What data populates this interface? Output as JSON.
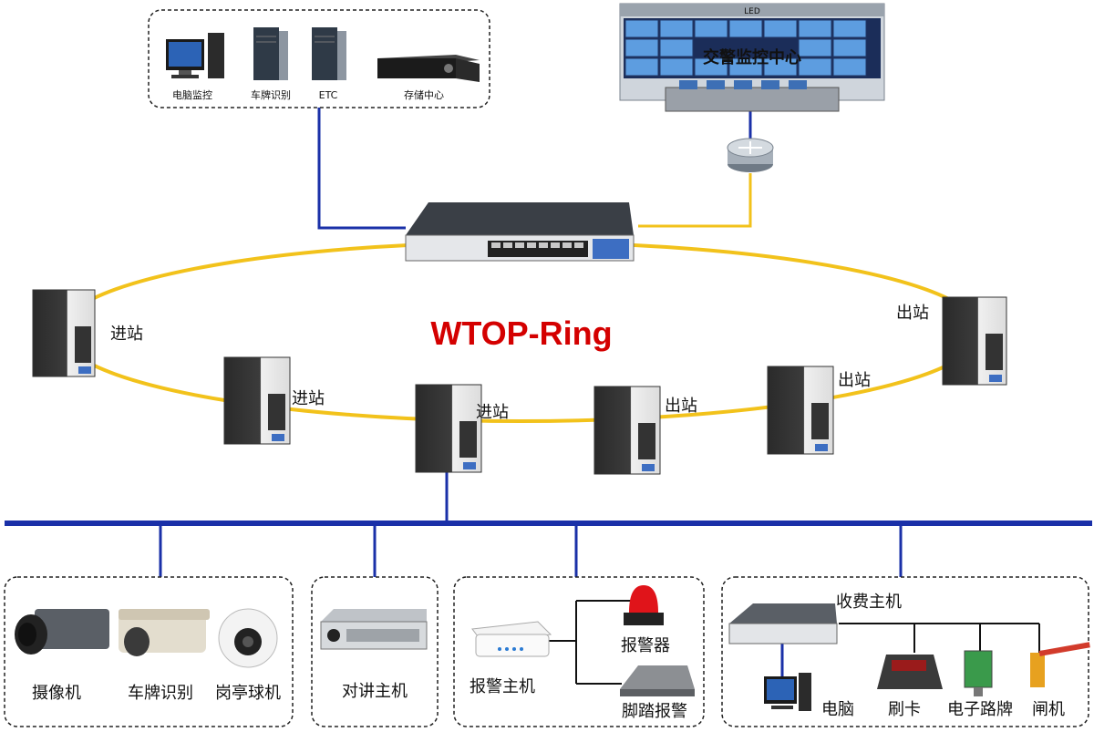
{
  "title": "WTOP-Ring",
  "top_group": {
    "items": [
      "电脑监控",
      "车牌识别",
      "ETC",
      "存储中心"
    ]
  },
  "control_center": {
    "led": "LED",
    "name": "交警监控中心"
  },
  "ring_labels": [
    "进站",
    "进站",
    "进站",
    "出站",
    "出站",
    "出站"
  ],
  "bottom_groups": {
    "camera": [
      "摄像机",
      "车牌识别",
      "岗亭球机"
    ],
    "intercom": [
      "对讲主机"
    ],
    "alarm": {
      "host": "报警主机",
      "items": [
        "报警器",
        "脚踏报警"
      ]
    },
    "toll": {
      "host": "收费主机",
      "items": [
        "电脑",
        "刷卡",
        "电子路牌",
        "闸机"
      ]
    }
  },
  "colors": {
    "ring": "#f2c21b",
    "bus": "#1a30a8",
    "title": "#d40000"
  }
}
